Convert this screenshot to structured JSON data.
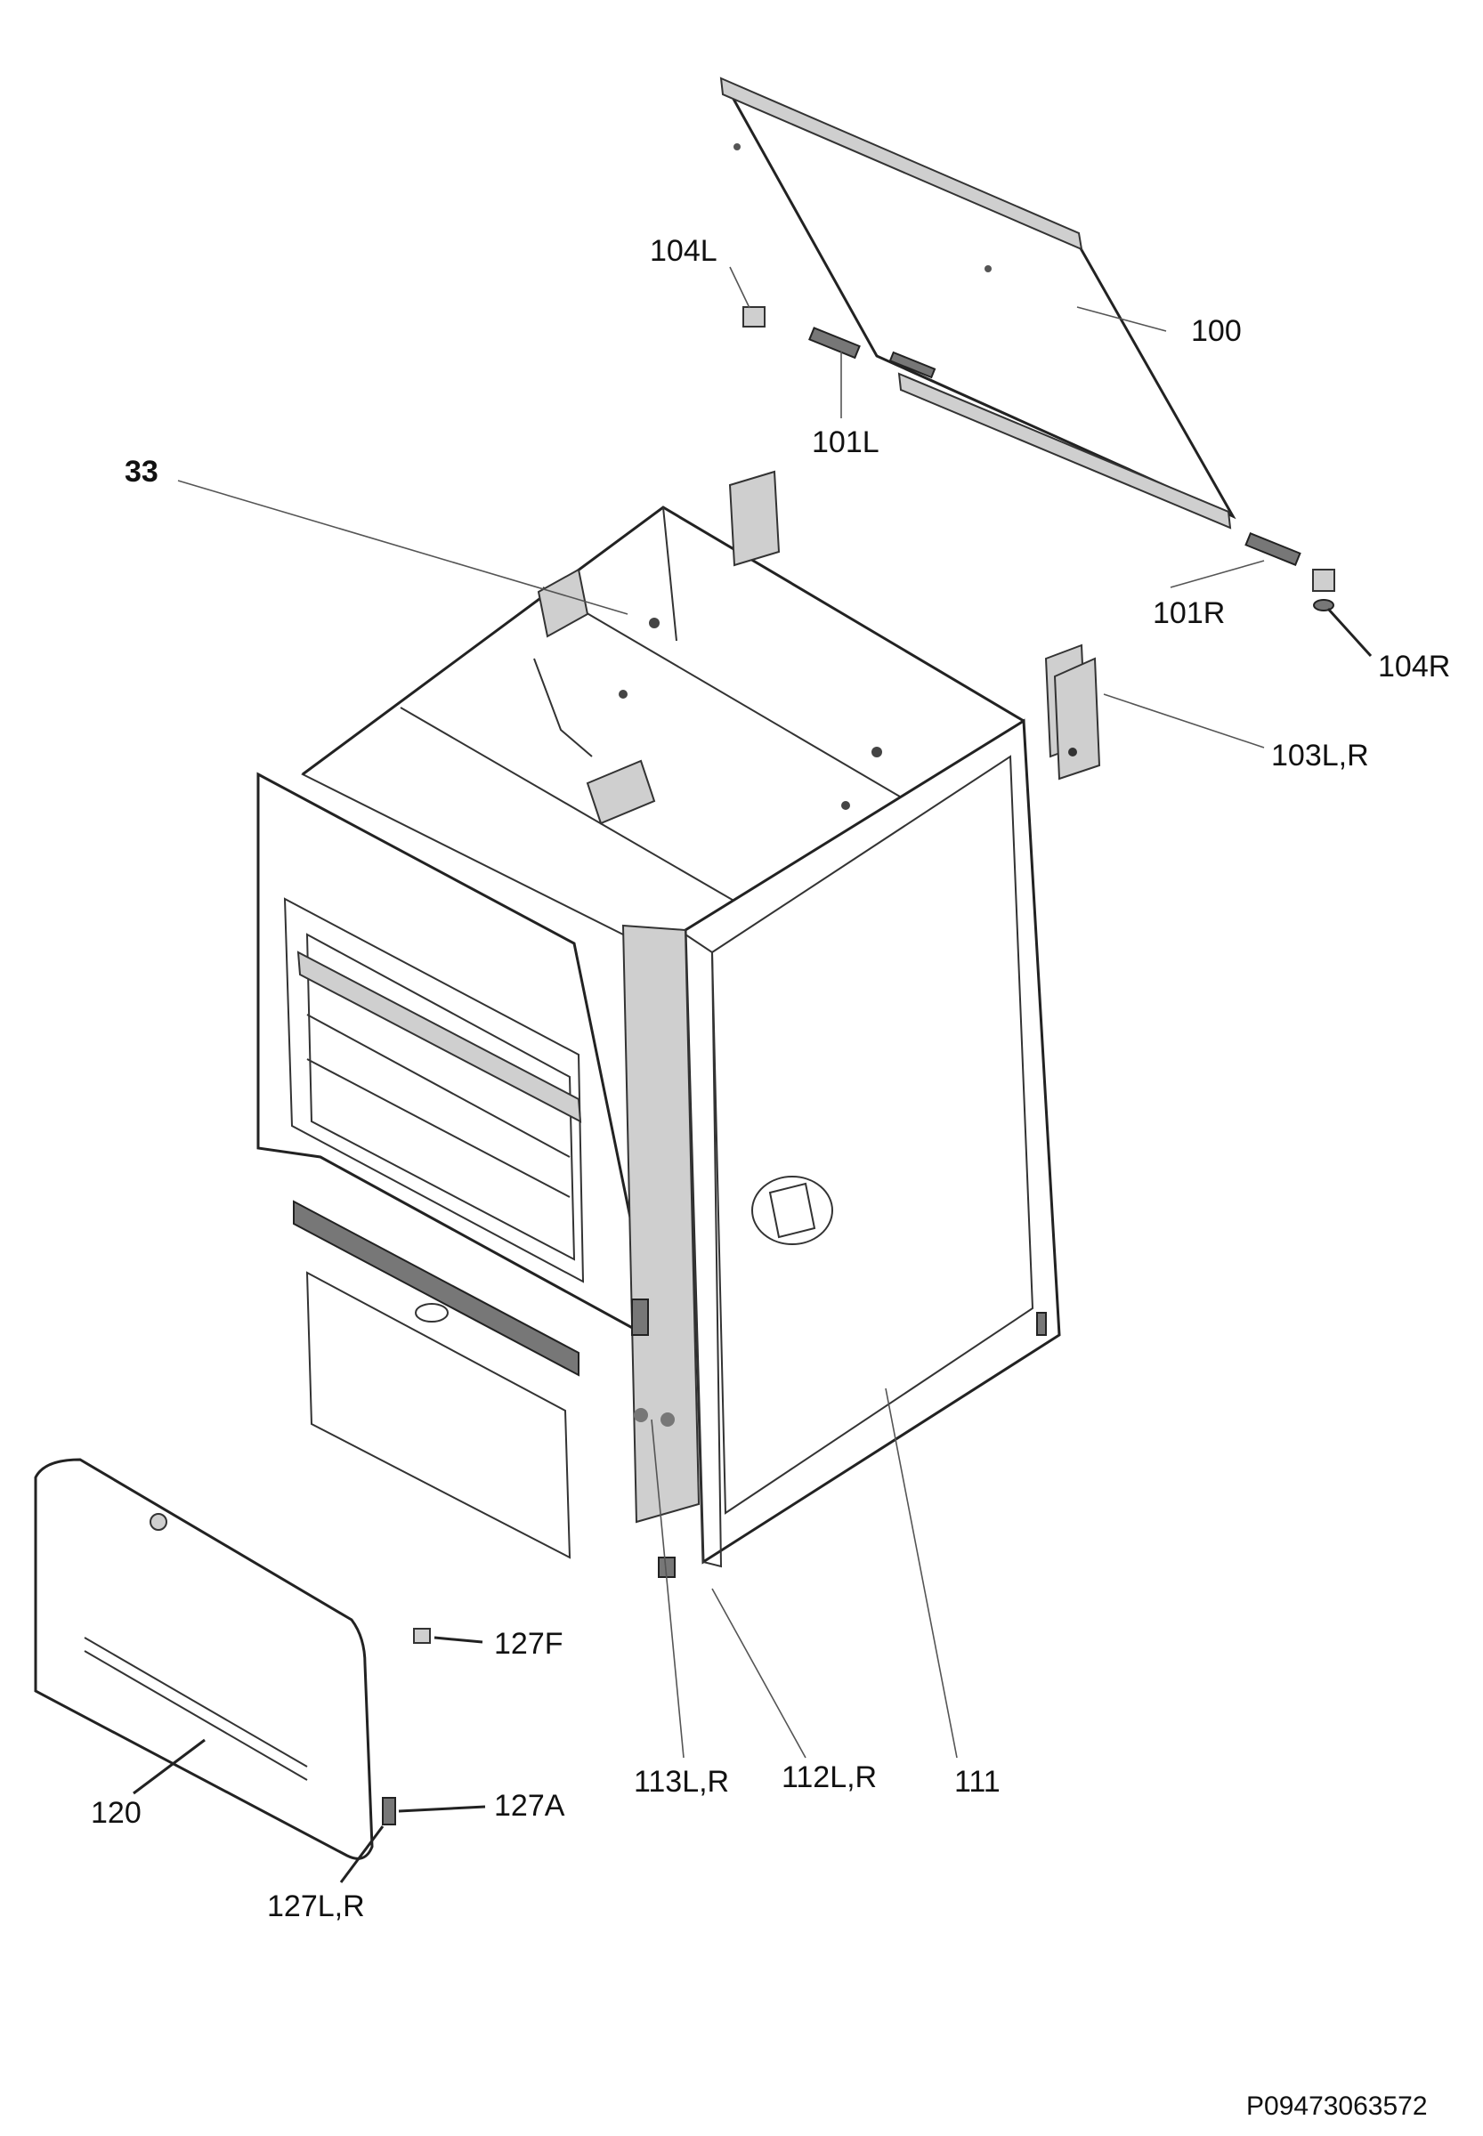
{
  "labels": {
    "p100": "100",
    "p104L": "104L",
    "p101L": "101L",
    "p33": "33",
    "p101R": "101R",
    "p104R": "104R",
    "p103LR": "103L,R",
    "p127F": "127F",
    "p127A": "127A",
    "p120": "120",
    "p127LR": "127L,R",
    "p113LR": "113L,R",
    "p112LR": "112L,R",
    "p111": "111"
  },
  "document_id": "P09473063572"
}
